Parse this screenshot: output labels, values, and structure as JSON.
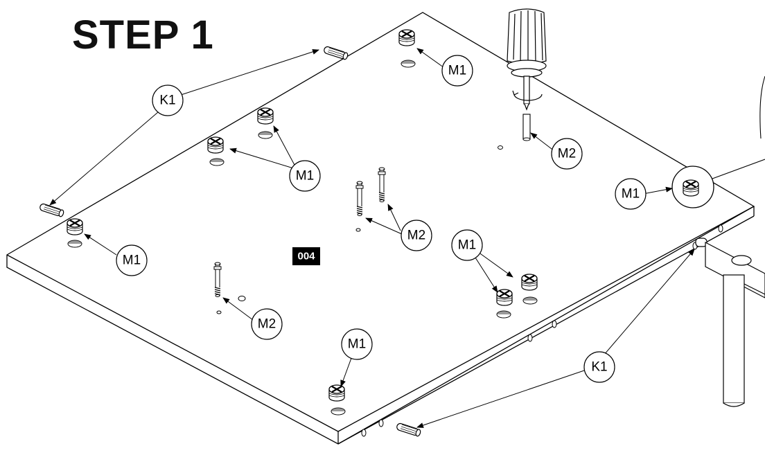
{
  "step": {
    "title": "STEP 1"
  },
  "panel": {
    "part_number": "004"
  },
  "callouts": {
    "k1_top": "K1",
    "k1_bottom": "K1",
    "m1_top": "M1",
    "m1_left_mid": "M1",
    "m1_left_low": "M1",
    "m1_right": "M1",
    "m1_center_right": "M1",
    "m1_bottom": "M1",
    "m2_top": "M2",
    "m2_center": "M2",
    "m2_low": "M2"
  },
  "colors": {
    "line": "#000000",
    "background": "#ffffff",
    "tag_fill": "#000000"
  },
  "icons": [
    "screwdriver-icon",
    "cam-lock-icon",
    "dowel-icon",
    "cam-bolt-icon",
    "rotation-arrow-icon"
  ]
}
